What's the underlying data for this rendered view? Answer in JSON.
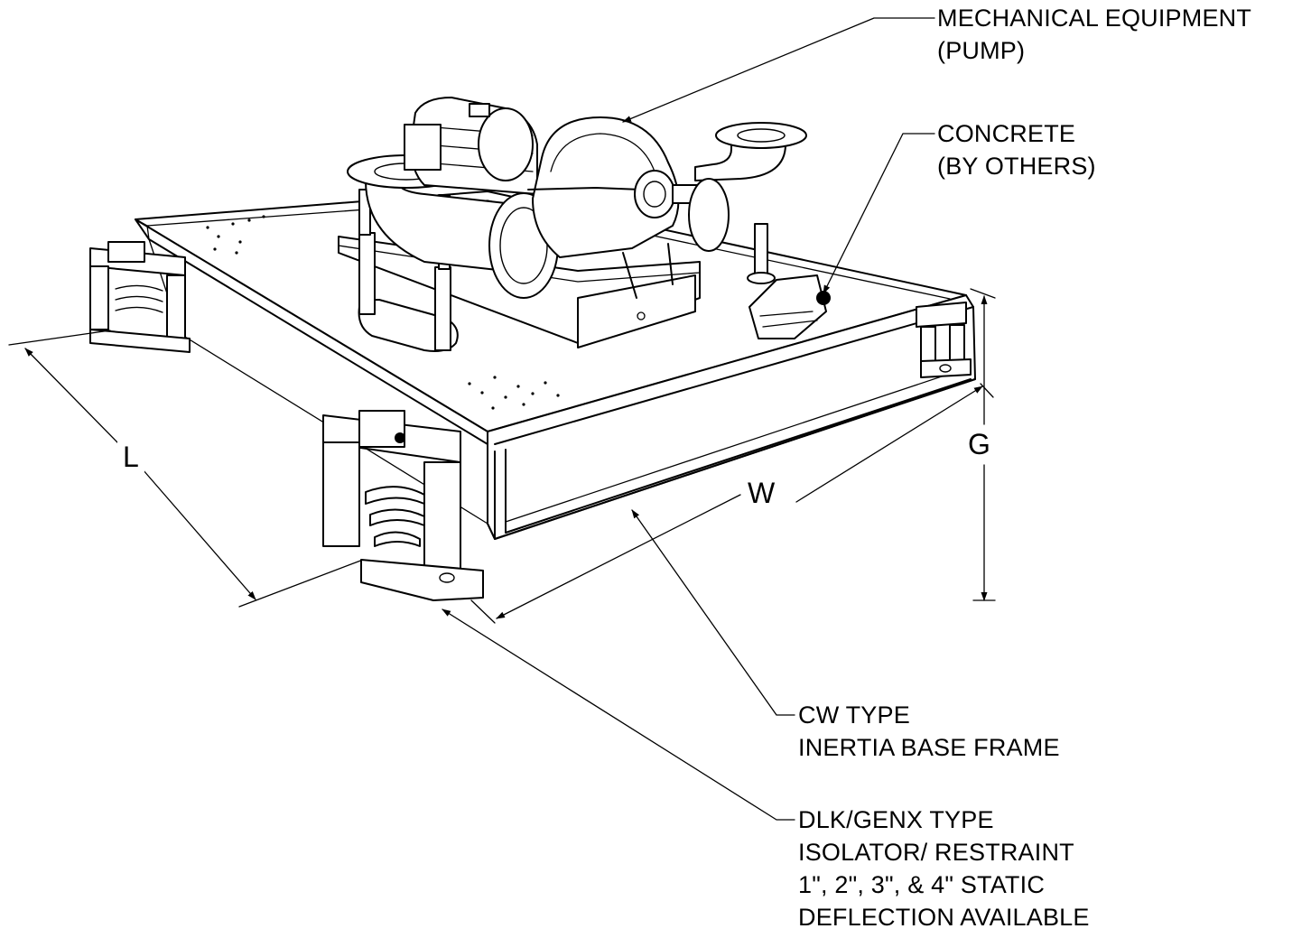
{
  "callouts": {
    "mechanical_equipment": [
      "MECHANICAL EQUIPMENT",
      "(PUMP)"
    ],
    "concrete": [
      "CONCRETE",
      "(BY OTHERS)"
    ],
    "base_frame": [
      "CW TYPE",
      "INERTIA BASE FRAME"
    ],
    "isolator": [
      "DLK/GENX TYPE",
      "ISOLATOR/ RESTRAINT",
      "1\", 2\", 3\", & 4\"  STATIC",
      "DEFLECTION AVAILABLE"
    ]
  },
  "dimensions": {
    "length": "L",
    "width": "W",
    "height": "G"
  }
}
